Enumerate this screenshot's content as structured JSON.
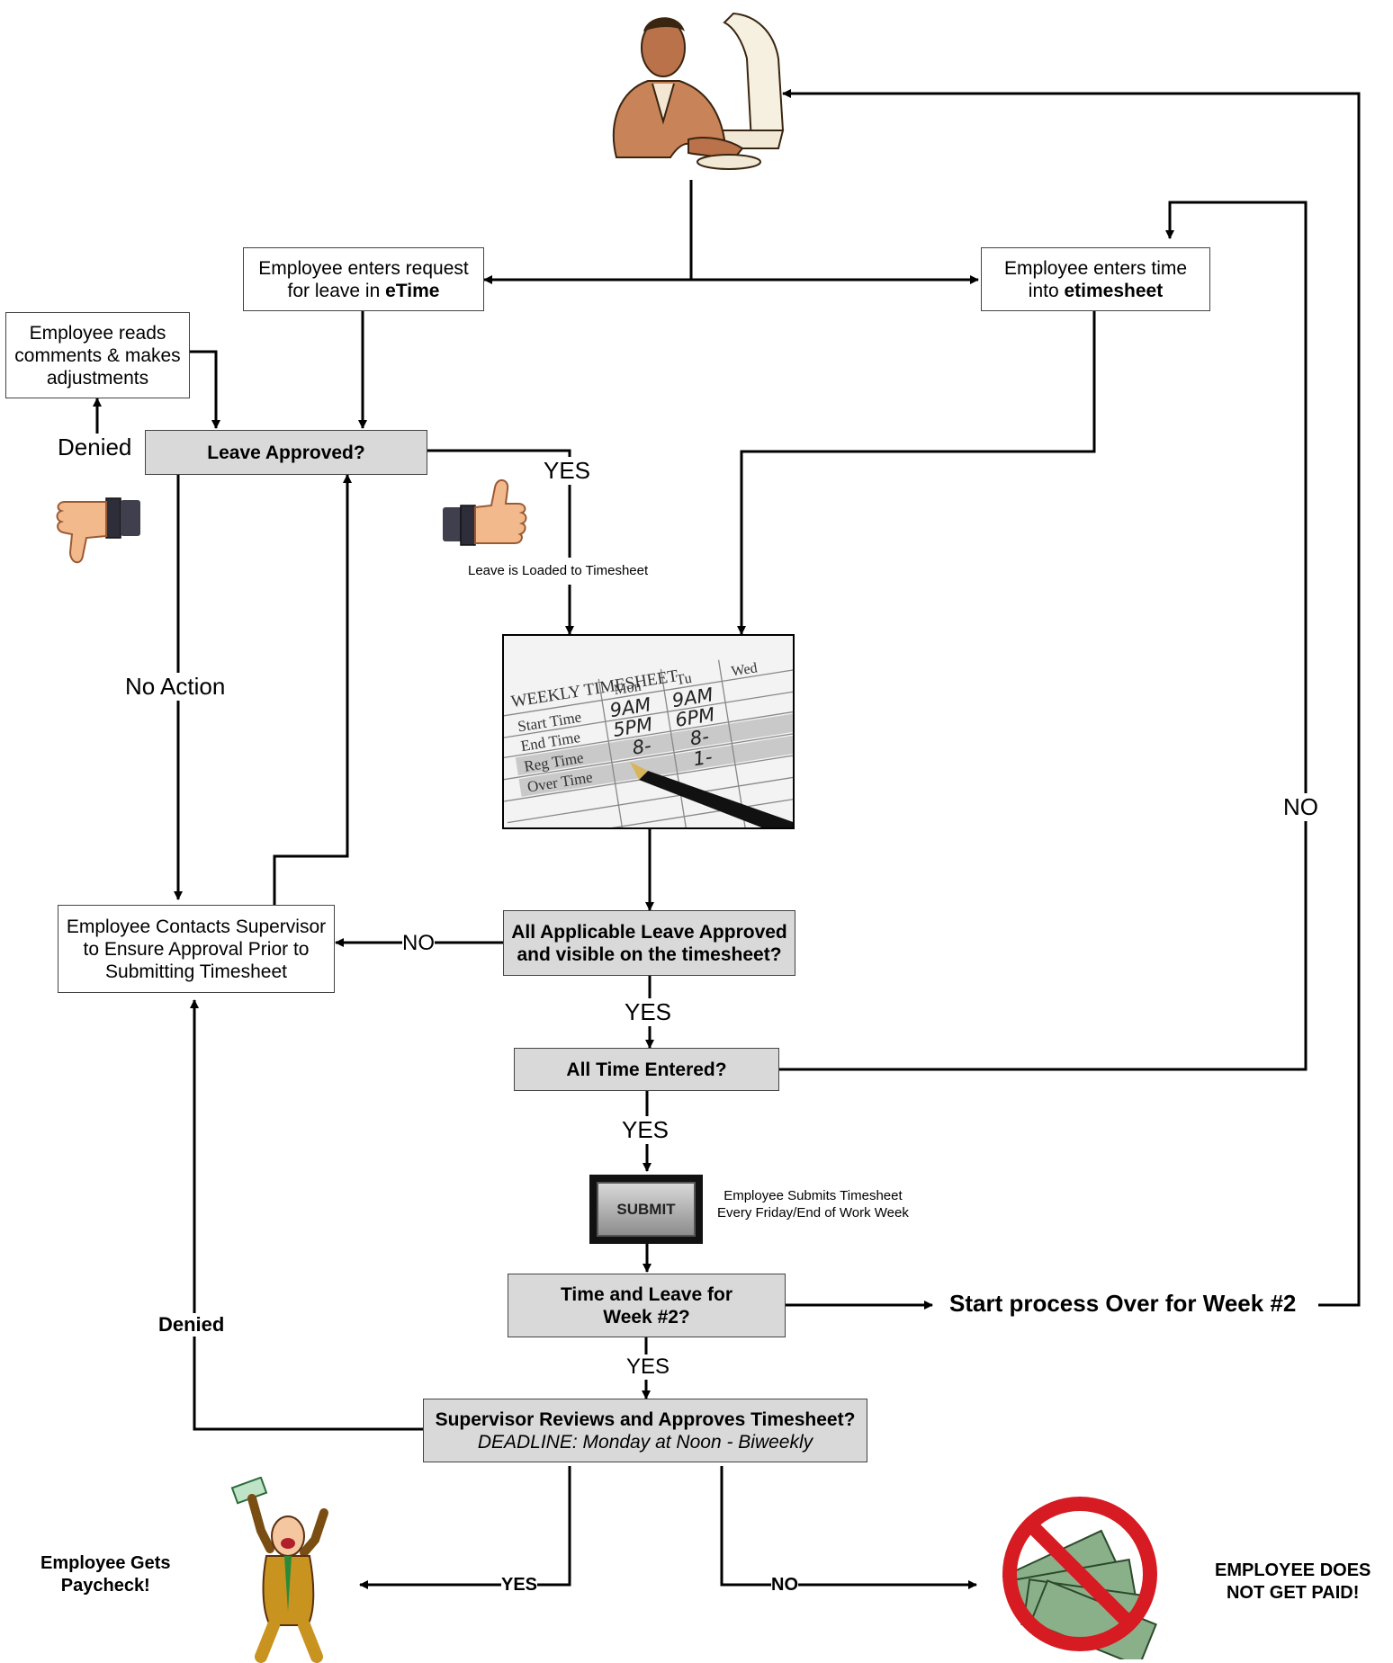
{
  "boxes": {
    "request_leave": {
      "prefix": "Employee enters request",
      "middle": "for leave in ",
      "bold": "eTime"
    },
    "enter_time": {
      "prefix": "Employee enters time",
      "middle": "into ",
      "bold": "etimesheet"
    },
    "reads_comments": {
      "line1": "Employee reads",
      "line2": "comments & makes",
      "line3": "adjustments"
    },
    "leave_approved": "Leave Approved?",
    "contacts_supervisor": {
      "line1": "Employee Contacts Supervisor",
      "line2": "to Ensure Approval Prior to",
      "line3": "Submitting Timesheet"
    },
    "all_leave_approved": {
      "line1": "All Applicable Leave Approved",
      "line2": "and visible on the timesheet?"
    },
    "all_time_entered": "All Time Entered?",
    "week2": {
      "line1": "Time and Leave for",
      "line2": "Week #2?"
    },
    "supervisor_reviews": {
      "line1": "Supervisor Reviews and Approves Timesheet?",
      "line2": "DEADLINE: Monday at Noon - Biweekly"
    }
  },
  "labels": {
    "denied_top": "Denied",
    "yes_leave": "YES",
    "leave_loaded": "Leave is Loaded to Timesheet",
    "no_action": "No Action",
    "no_right": "NO",
    "no_leave": "NO",
    "yes_after_leave": "YES",
    "yes_after_time": "YES",
    "yes_after_week2": "YES",
    "denied_bottom": "Denied",
    "start_over": "Start process Over for Week #2",
    "yes_paid": "YES",
    "no_paid": "NO"
  },
  "submit": {
    "button": "SUBMIT",
    "note_line1": "Employee Submits Timesheet",
    "note_line2": "Every Friday/End of Work Week"
  },
  "outcomes": {
    "paid_line1": "Employee Gets",
    "paid_line2": "Paycheck!",
    "unpaid_line1": "EMPLOYEE DOES",
    "unpaid_line2": "NOT GET PAID!"
  },
  "timesheet_image": {
    "title": "WEEKLY TIMESHEET",
    "col_mon": "Mon",
    "col_tu": "Tu",
    "col_wed": "Wed",
    "row1": "Start Time",
    "row2": "End Time",
    "row3": "Reg Time",
    "row4": "Over Time",
    "mon_start": "9AM",
    "mon_end": "5PM",
    "mon_reg": "8-",
    "tu_start": "9AM",
    "tu_end": "6PM",
    "tu_reg": "8-",
    "tu_over": "1-"
  },
  "colors": {
    "line": "#000000",
    "grey_box": "#d9d9d9",
    "border": "#444444"
  },
  "icons": [
    "employee-computer-icon",
    "thumbs-down-icon",
    "thumbs-up-icon",
    "happy-paycheck-icon",
    "no-money-icon"
  ]
}
